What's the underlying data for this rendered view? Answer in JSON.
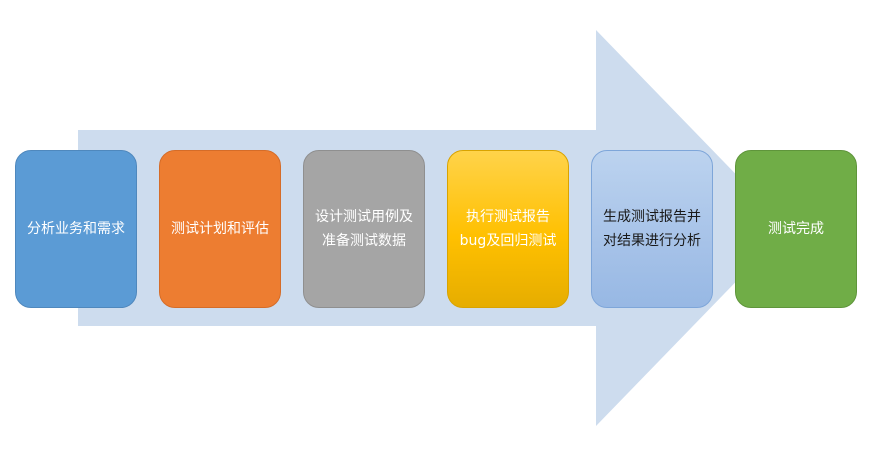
{
  "diagram": {
    "arrow_color": "#cddcee",
    "steps": [
      {
        "label": "分析业务和需求",
        "color": "#5b9bd5"
      },
      {
        "label": "测试计划和评估",
        "color": "#ed7d31"
      },
      {
        "label": "设计测试用例及准备测试数据",
        "color": "#a5a5a5"
      },
      {
        "label": "执行测试报告bug及回归测试",
        "color": "#ffc000"
      },
      {
        "label": "生成测试报告并对结果进行分析",
        "color": "#a6c2e8"
      },
      {
        "label": "测试完成",
        "color": "#70ad47"
      }
    ]
  }
}
